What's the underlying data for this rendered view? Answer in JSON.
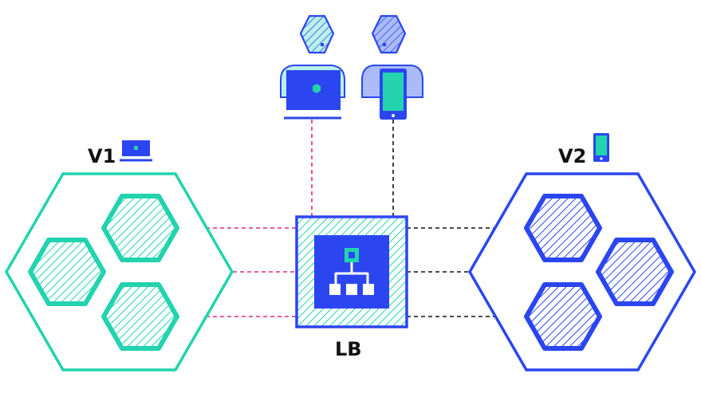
{
  "labels": {
    "v1": "V1",
    "v2": "V2",
    "lb": "LB"
  },
  "icons": {
    "desktop_user": "person-with-laptop-icon",
    "mobile_user": "person-with-phone-icon",
    "v1_device": "laptop-icon",
    "v2_device": "phone-icon",
    "lb": "load-balancer-hierarchy-icon"
  },
  "colors": {
    "teal": "#22d3ae",
    "blue": "#2b46f0",
    "pink_line": "#e0287f",
    "black_line": "#111111",
    "person_light_teal": "#b9f0e8",
    "person_light_blue": "#aabbf7"
  },
  "groups": {
    "v1": {
      "hexagon_count": 3,
      "color": "teal"
    },
    "v2": {
      "hexagon_count": 3,
      "color": "blue"
    }
  }
}
